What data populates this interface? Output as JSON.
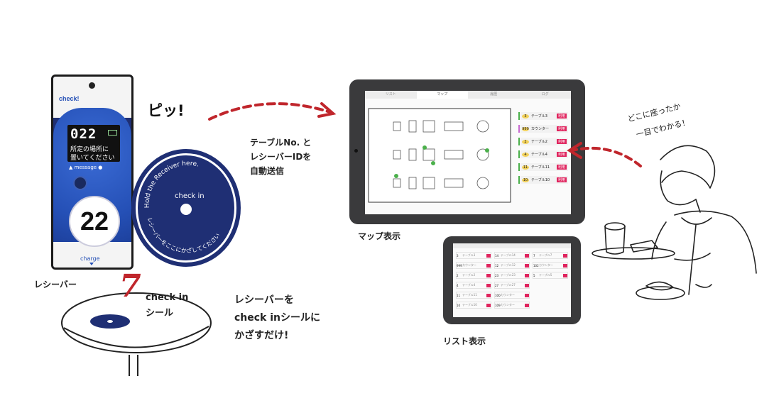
{
  "labels": {
    "beep": "ピッ!",
    "transmit_line1": "テーブルNo. と",
    "transmit_line2": "レシーバーIDを",
    "transmit_line3": "自動送信",
    "receiver_caption": "レシーバー",
    "sticker_line1": "check in",
    "sticker_line2": "シール",
    "instruction_line1": "レシーバーを",
    "instruction_line2": "check inシールに",
    "instruction_line3": "かざすだけ!",
    "map_caption": "マップ表示",
    "list_caption": "リスト表示",
    "handwritten_line1": "どこに座ったか",
    "handwritten_line2": "一目でわかる！",
    "step_number": "7"
  },
  "receiver": {
    "brand": "check!",
    "screen_number": "022",
    "screen_line1": "所定の場所に",
    "screen_line2": "置いてください",
    "message_label": "▲ message ●",
    "big_number": "22",
    "charge_label": "charge"
  },
  "disc": {
    "arc_text_top": "Hold the Receiver here.",
    "center_text": "check in",
    "arc_text_bottom": "レシーバーをここにかざしてください"
  },
  "map_tablet": {
    "tabs": [
      "リスト",
      "マップ",
      "履歴",
      "ログ"
    ],
    "rows": [
      {
        "num": "3",
        "label": "テーブル3",
        "badge": "利用"
      },
      {
        "num": "999",
        "label": "カウンター",
        "badge": "利用"
      },
      {
        "num": "2",
        "label": "テーブル2",
        "badge": "利用"
      },
      {
        "num": "4",
        "label": "テーブル4",
        "badge": "利用"
      },
      {
        "num": "11",
        "label": "テーブル11",
        "badge": "利用"
      },
      {
        "num": "10",
        "label": "テーブル10",
        "badge": "利用"
      }
    ]
  },
  "list_tablet": {
    "col1": [
      {
        "num": "3",
        "label": "テーブル3"
      },
      {
        "num": "999",
        "label": "カウンター"
      },
      {
        "num": "2",
        "label": "テーブル2"
      },
      {
        "num": "4",
        "label": "テーブル4"
      },
      {
        "num": "11",
        "label": "テーブル11"
      },
      {
        "num": "10",
        "label": "テーブル10"
      }
    ],
    "col2": [
      {
        "num": "14",
        "label": "テーブル14"
      },
      {
        "num": "12",
        "label": "テーブル12"
      },
      {
        "num": "23",
        "label": "テーブル23"
      },
      {
        "num": "27",
        "label": "テーブル27"
      },
      {
        "num": "100",
        "label": "カウンター"
      },
      {
        "num": "109",
        "label": "カウンター"
      }
    ],
    "col3": [
      {
        "num": "7",
        "label": "テーブル7"
      },
      {
        "num": "102",
        "label": "カウンター"
      },
      {
        "num": "5",
        "label": "テーブル5"
      }
    ]
  },
  "colors": {
    "navy": "#1f2f74",
    "blue": "#2550b6",
    "red_arrow": "#c0262c",
    "badge_red": "#e0245e",
    "green_dot": "#4bb04b"
  }
}
